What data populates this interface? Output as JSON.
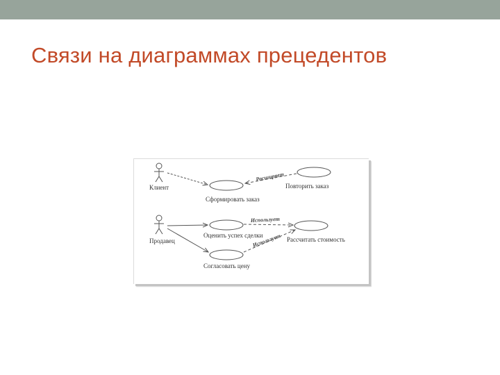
{
  "slide": {
    "title": "Связи на диаграммах прецедентов",
    "accent_color": "#c24a28",
    "top_bar_color": "#97a49b"
  },
  "diagram": {
    "actors": {
      "client": "Клиент",
      "seller": "Продавец"
    },
    "use_cases": {
      "form_order": "Сформировать заказ",
      "repeat_order": "Повторить заказ",
      "evaluate_deal": "Оценить успех сделки",
      "calculate_cost": "Рассчитать стоимость",
      "agree_price": "Согласовать цену"
    },
    "relations": {
      "extends": "Расширяет",
      "uses_1": "Использует",
      "uses_2": "Использует"
    }
  }
}
